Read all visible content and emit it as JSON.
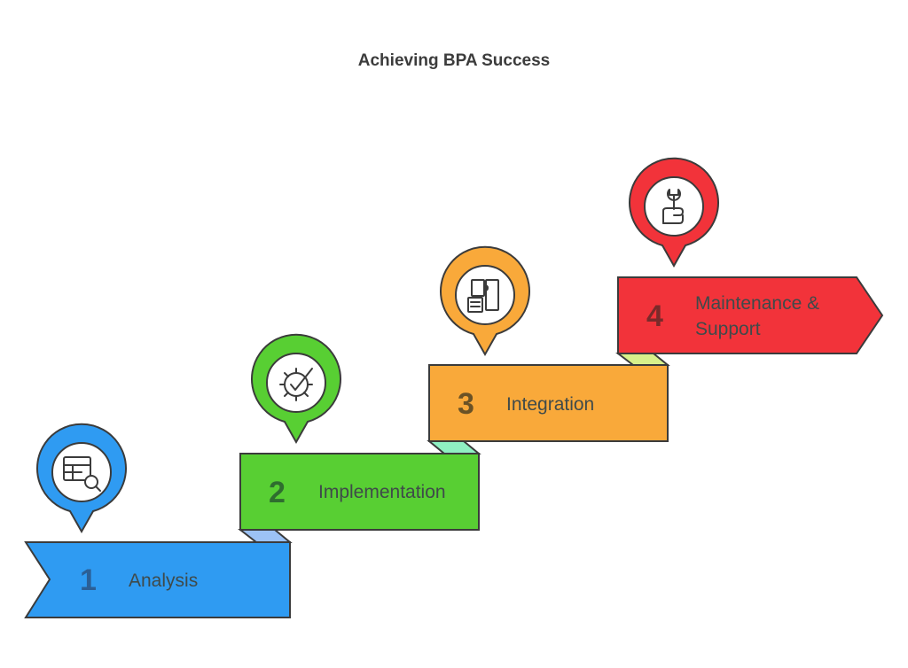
{
  "title": "Achieving BPA Success",
  "steps": [
    {
      "number": "1",
      "label": "Analysis",
      "color": "#2f9bf2",
      "icon": "table-search-icon"
    },
    {
      "number": "2",
      "label": "Implementation",
      "color": "#58cf33",
      "icon": "gear-check-icon"
    },
    {
      "number": "3",
      "label": "Integration",
      "color": "#f9a93a",
      "icon": "puzzle-document-icon"
    },
    {
      "number": "4",
      "label_line1": "Maintenance &",
      "label_line2": "Support",
      "color": "#f2333a",
      "icon": "hand-wrench-icon"
    }
  ]
}
